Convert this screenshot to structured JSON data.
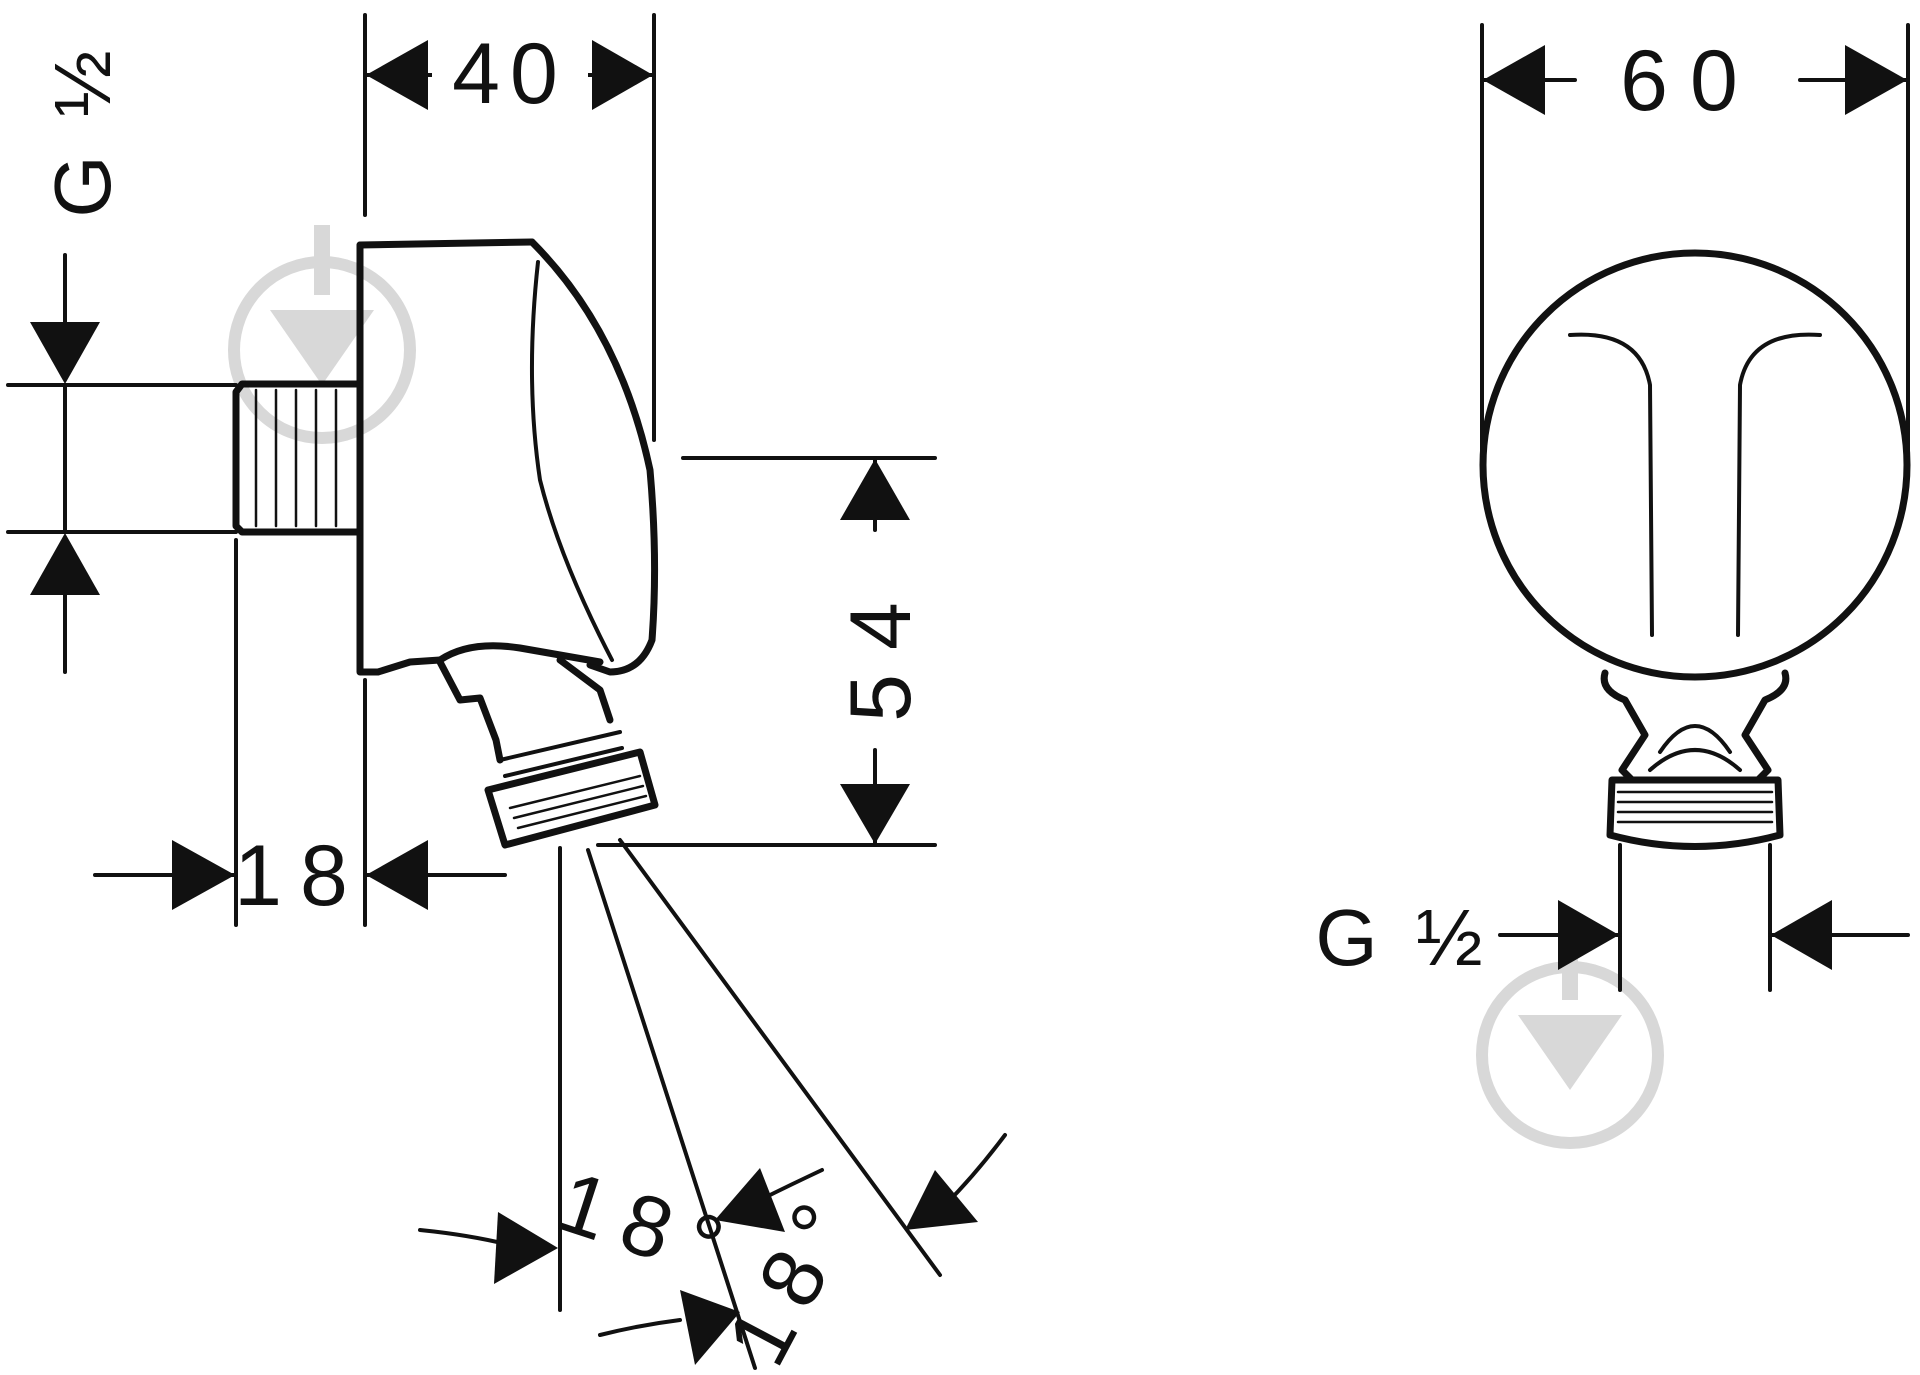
{
  "diagram": {
    "dimensions": {
      "width_side": "40",
      "width_front": "60",
      "height": "54",
      "depth": "18",
      "angle_1": "18°",
      "angle_2": "18°"
    },
    "thread_labels": {
      "side_thread": "G ½",
      "front_thread": "G ½"
    },
    "colors": {
      "line": "#111111",
      "watermark": "#d8d8d8",
      "background": "#ffffff"
    },
    "icons": [
      "watermark-logo-icon"
    ]
  }
}
